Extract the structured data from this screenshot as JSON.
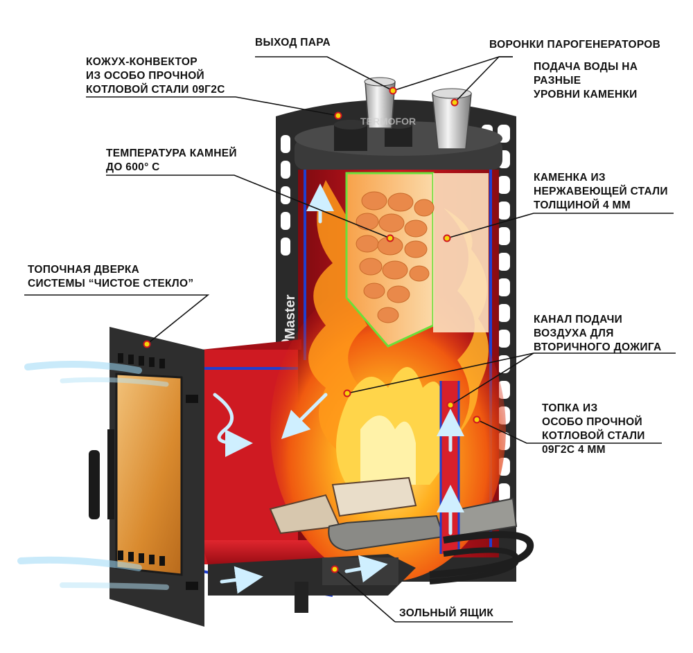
{
  "labels": {
    "steam_outlet": {
      "lines": [
        "ВЫХОД ПАРА"
      ]
    },
    "steam_funnels": {
      "lines": [
        "ВОРОНКИ ПАРОГЕНЕРАТОРОВ"
      ]
    },
    "water_supply": {
      "lines": [
        "ПОДАЧА ВОДЫ НА",
        "РАЗНЫЕ",
        "УРОВНИ КАМЕНКИ"
      ]
    },
    "casing": {
      "lines": [
        "КОЖУХ-КОНВЕКТОР",
        "ИЗ ОСОБО ПРОЧНОЙ",
        "КОТЛОВОЙ СТАЛИ 09Г2С"
      ]
    },
    "stone_temp": {
      "lines": [
        "ТЕМПЕРАТУРА КАМНЕЙ",
        "ДО 600° С"
      ]
    },
    "heater": {
      "lines": [
        "КАМЕНКА ИЗ",
        "НЕРЖАВЕЮЩЕЙ СТАЛИ",
        "ТОЛЩИНОЙ 4 ММ"
      ]
    },
    "door": {
      "lines": [
        "ТОПОЧНАЯ ДВЕРКА",
        "СИСТЕМЫ “ЧИСТОЕ СТЕКЛО”"
      ]
    },
    "air_channel": {
      "lines": [
        "КАНАЛ ПОДАЧИ",
        "ВОЗДУХА ДЛЯ",
        "ВТОРИЧНОГО ДОЖИГА"
      ]
    },
    "firebox": {
      "lines": [
        "ТОПКА  ИЗ",
        "ОСОБО ПРОЧНОЙ",
        "КОТЛОВОЙ СТАЛИ",
        "09Г2С 4 ММ"
      ]
    },
    "ash_box": {
      "lines": [
        "ЗОЛЬНЫЙ ЯЩИК"
      ]
    }
  },
  "stove_lettering": [
    "Master",
    "TERMOFOR"
  ],
  "colors": {
    "marker": "#f5d60a",
    "leader": "#111111",
    "firebox_red": "#c8121a",
    "steel": "#2d2d2d",
    "glass": "#e8a24a",
    "airflow": "#8fd0f0",
    "heater_outline": "#6ae03a",
    "channel_blue": "#1f3fd0"
  }
}
